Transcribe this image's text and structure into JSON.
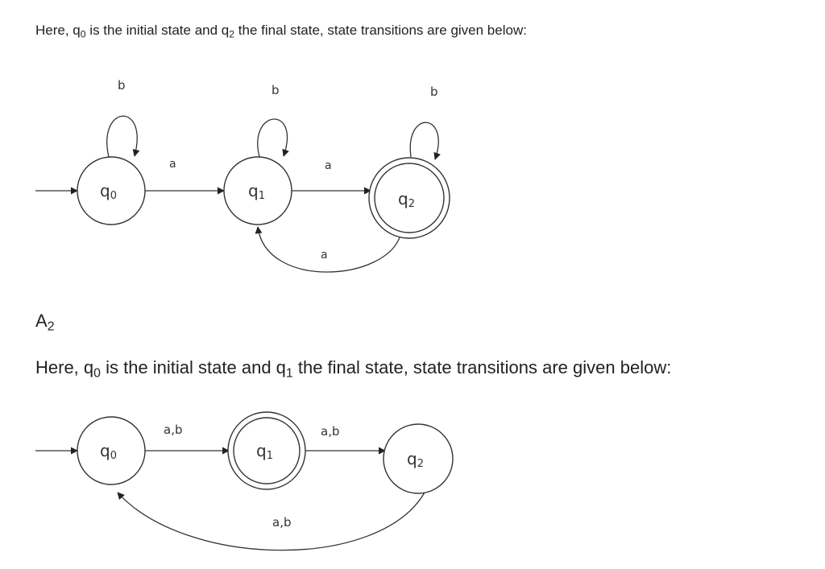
{
  "text": {
    "line1": {
      "p1": "Here, ",
      "s1": "q",
      "s1_sub": "0",
      "p2": " is the initial state and ",
      "s2": "q",
      "s2_sub": "2",
      "p3": " the final state, state transitions are given below:"
    },
    "heading": {
      "base": "A",
      "sub": "2"
    },
    "line2": {
      "p1": "Here, ",
      "s1": "q",
      "s1_sub": "0",
      "p2": " is the initial state and ",
      "s2": "q",
      "s2_sub": "1",
      "p3": " the final state, state transitions are given below:"
    }
  },
  "diagram1": {
    "states": [
      {
        "base": "q",
        "sub": "0"
      },
      {
        "base": "q",
        "sub": "1"
      },
      {
        "base": "q",
        "sub": "2"
      }
    ],
    "labels": {
      "loop_q0": "b",
      "loop_q1": "b",
      "loop_q2": "b",
      "q0_q1": "a",
      "q1_q2": "a",
      "q2_q1": "a"
    }
  },
  "diagram2": {
    "states": [
      {
        "base": "q",
        "sub": "0"
      },
      {
        "base": "q",
        "sub": "1"
      },
      {
        "base": "q",
        "sub": "2"
      }
    ],
    "labels": {
      "q0_q1": "a,b",
      "q1_q2": "a,b",
      "q2_q0": "a,b"
    }
  }
}
